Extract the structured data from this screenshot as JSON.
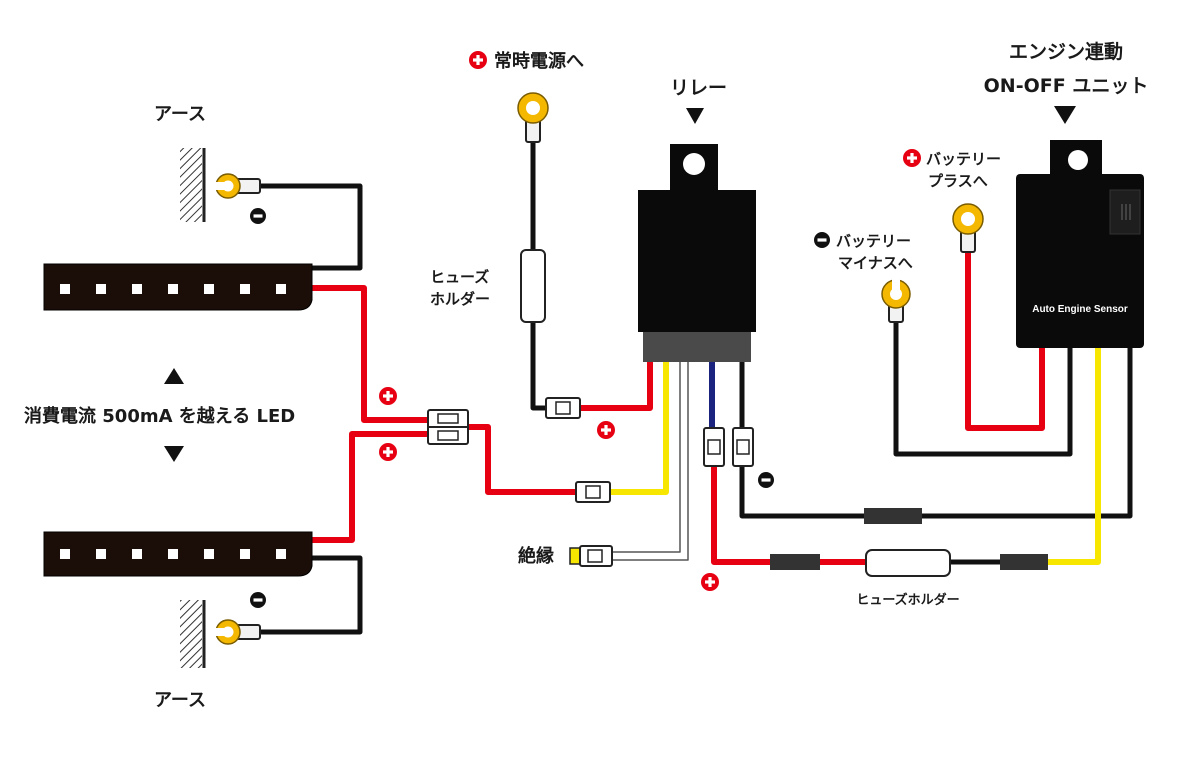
{
  "labels": {
    "earth_top": "アース",
    "earth_bottom": "アース",
    "const_power": "常時電源へ",
    "relay": "リレー",
    "unit_line1": "エンジン連動",
    "unit_line2": "ON-OFF ユニット",
    "battery_plus_line1": "バッテリー",
    "battery_plus_line2": "プラスへ",
    "battery_minus_line1": "バッテリー",
    "battery_minus_line2": "マイナスへ",
    "fuse_left_line1": "ヒューズ",
    "fuse_left_line2": "ホルダー",
    "fuse_bottom": "ヒューズホルダー",
    "led_desc": "消費電流 500mA を越える LED",
    "insulation": "絶縁",
    "sensor": "Auto Engine Sensor"
  },
  "colors": {
    "power": "#e60012",
    "ground": "#111111",
    "signal": "#f7e600",
    "control": "#1a237e",
    "terminal": "#f5b800",
    "device": "#0a0a0a"
  },
  "icons": {
    "plus": "plus-circle-icon",
    "minus": "minus-circle-icon",
    "arrow_down": "triangle-down-icon",
    "arrow_up": "triangle-up-icon"
  }
}
